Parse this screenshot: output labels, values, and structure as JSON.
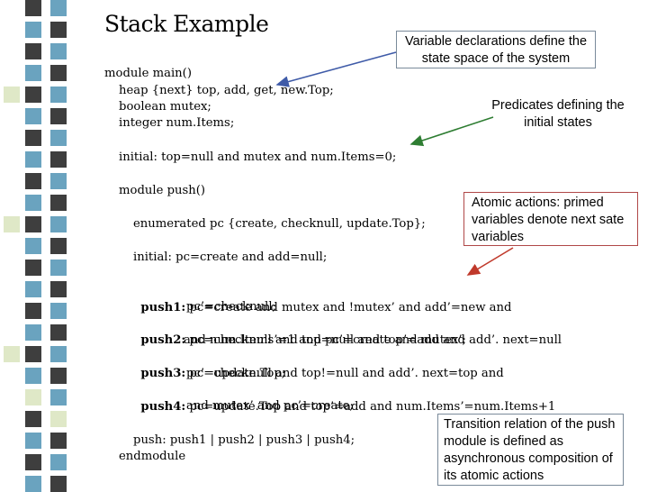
{
  "title": "Stack Example",
  "code": {
    "module_main": "module main()",
    "heap_decl": "heap {next} top, add, get, new.Top;",
    "bool_decl": "boolean mutex;",
    "int_decl": "integer num.Items;",
    "initial_main": "initial: top=null and mutex and num.Items=0;",
    "module_push": "module push()",
    "enum_decl": "enumerated pc {create, checknull, update.Top};",
    "initial_push": "initial: pc=create and add=null;",
    "push1_label": "push1:",
    "push1_line1": " pc=create and mutex and !mutex’ and add’=new and",
    "push1_line2": "pc’=checknull;",
    "push2_label": "push2:",
    "push2_line1": " pc=checknull and top=null and top’=add and add’. next=null",
    "push2_line2": "and num.Items’=1 and pc’=create and mutex’;",
    "push3_label": "push3:",
    "push3_line1": " pc=checknull and top!=null and add’. next=top and",
    "push3_line2": "pc’=update.Top;",
    "push4_label": "push4:",
    "push4_line1": " pc=update.Top and top’=add and num.Items’=num.Items+1",
    "push4_line2": "and mutex’ and pc’=create;",
    "push_composition": "push: push1 | push2 | push3 | push4;",
    "endmodule": "endmodule"
  },
  "notes": {
    "variable_declarations": "Variable declarations define the state space of the system",
    "predicates": "Predicates defining the initial states",
    "atomic_actions": "Atomic actions: primed variables denote next sate variables",
    "transition_relation": "Transition relation of the push module is defined as asynchronous composition of its atomic actions"
  },
  "colors": {
    "strip_dark": "#3e3e3e",
    "strip_blue": "#6aa3bf",
    "strip_light": "#dfe8c7",
    "arrow_blue": "#3f5ba8",
    "arrow_green": "#2e7d32",
    "arrow_red": "#c0392b"
  }
}
